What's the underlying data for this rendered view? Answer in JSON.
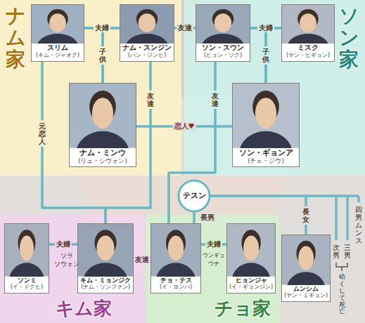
{
  "diagram": {
    "nodes": [
      {
        "text": [
          "ナム家"
        ]
      },
      {
        "text": [
          "スリム",
          "(キム・ジャオク)"
        ],
        "in": 0
      },
      {
        "text": [
          "ナム・スンジン",
          "(ハン・ジンヒ)"
        ],
        "in": 0
      },
      {
        "text": [
          "ナム・ミンウ",
          "(リュ・シウォン)"
        ],
        "in": 0
      },
      {
        "text": [
          "ソン家"
        ]
      },
      {
        "text": [
          "ソン・スウン",
          "(ヒョン・ソク)"
        ],
        "in": 4
      },
      {
        "text": [
          "ミスク",
          "(ヤン・ヒギョン)"
        ],
        "in": 4
      },
      {
        "text": [
          "ソン・ギョンア",
          "(チェ・ジウ)"
        ],
        "in": 4
      },
      {
        "text": [
          "テスン"
        ]
      },
      {
        "text": [
          "キム家"
        ]
      },
      {
        "text": [
          "ソンミ",
          "(イ・ドクヒ)"
        ],
        "in": 9
      },
      {
        "text": [
          "キム・ミョンジク",
          "(ナム・ソンファン)"
        ],
        "in": 9
      },
      {
        "text": [
          "チョ家"
        ]
      },
      {
        "text": [
          "チョ・テス",
          "(イ・ヨンハ)"
        ],
        "in": 12
      },
      {
        "text": [
          "ヒョンジャ",
          "(イ・ギョンジン)"
        ],
        "in": 12
      },
      {
        "text": [
          "ムンシム",
          "(ヤン・ミギョン)"
        ]
      }
    ],
    "edges": [
      {
        "from": 1,
        "to": 2,
        "arrow": "none",
        "label": "夫婦"
      },
      {
        "from": 2,
        "to": 5,
        "arrow": "none",
        "label": "友達"
      },
      {
        "from": 5,
        "to": 6,
        "arrow": "none",
        "label": "夫婦"
      },
      {
        "from": 1,
        "to": 3,
        "arrow": "none",
        "label": "子供"
      },
      {
        "from": 2,
        "to": 3,
        "arrow": "none"
      },
      {
        "from": 5,
        "to": 7,
        "arrow": "none",
        "label": "子供"
      },
      {
        "from": 6,
        "to": 7,
        "arrow": "none"
      },
      {
        "from": 3,
        "to": 7,
        "arrow": "none",
        "label": "恋人♥"
      },
      {
        "from": 1,
        "to": 11,
        "arrow": "none",
        "label": "元恋人"
      },
      {
        "from": 2,
        "to": 11,
        "arrow": "none",
        "label": "友達"
      },
      {
        "from": 5,
        "to": 13,
        "arrow": "none",
        "label": "友達"
      },
      {
        "from": 8,
        "to": 13,
        "arrow": "none",
        "label": "長男"
      },
      {
        "from": 8,
        "to": 15,
        "arrow": "none",
        "label": "長女"
      },
      {
        "from": 11,
        "to": 13,
        "arrow": "none",
        "label": "友達"
      },
      {
        "from": 13,
        "to": 14,
        "arrow": "none",
        "label": "夫婦"
      },
      {
        "from": 10,
        "to": 11,
        "arrow": "none",
        "label": "夫婦"
      }
    ],
    "labels": [
      "ソラ",
      "ソウォン",
      "ウンギュ",
      "ウナ",
      "次男",
      "三男",
      "幼くして死亡",
      "四男 ムンス"
    ]
  }
}
